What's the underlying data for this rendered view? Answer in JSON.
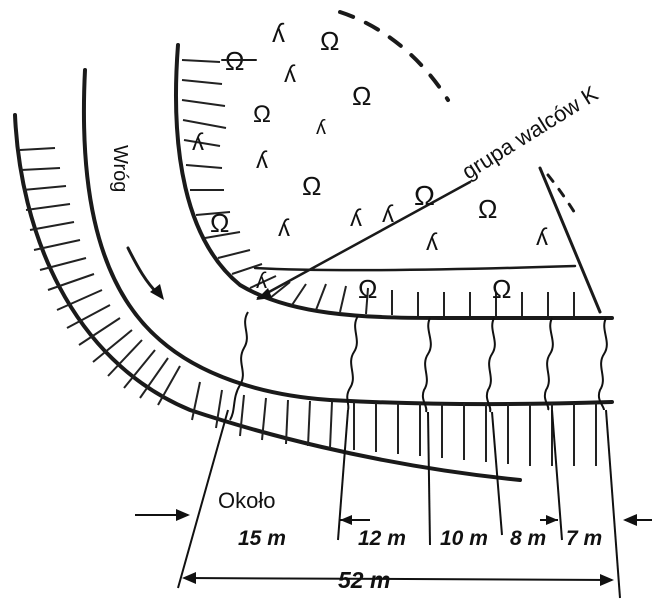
{
  "labels": {
    "enemy": "Wróg",
    "group": "grupa walców K",
    "approx": "Około"
  },
  "dimensions": {
    "seg1": "15 m",
    "seg2": "12 m",
    "seg3": "10 m",
    "seg4": "8 m",
    "seg5": "7 m",
    "total": "52 m"
  },
  "symbols": {
    "obstacle_a": "Ω",
    "obstacle_b": "ʎ"
  }
}
